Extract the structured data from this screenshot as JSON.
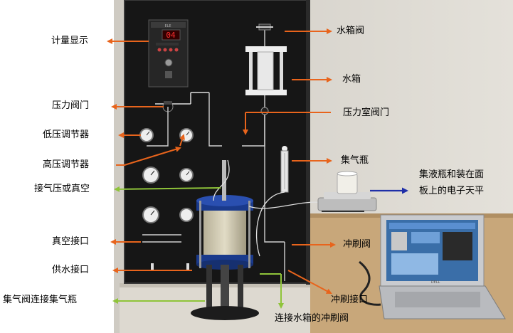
{
  "labels": {
    "meter_display": "计量显示",
    "pressure_valve": "压力阀门",
    "low_regulator": "低压调节器",
    "high_regulator": "高压调节器",
    "pressure_vacuum_port": "接气压或真空",
    "vacuum_port": "真空接口",
    "water_supply_port": "供水接口",
    "gas_valve_connect": "集气阀连接集气瓶",
    "tank_valve": "水箱阀",
    "water_tank": "水箱",
    "chamber_valve": "压力室阀门",
    "gas_collector": "集气瓶",
    "balance_note_line1": "集液瓶和装在面",
    "balance_note_line2": "板上的电子天平",
    "flush_valve": "冲刷阀",
    "flush_port": "冲刷接口",
    "tank_flush_valve": "连接水箱的冲刷阀"
  },
  "device": {
    "display_reading": "04",
    "panel_text": "ELE",
    "laptop_brand": "DELL"
  },
  "colors": {
    "orange_arrow": "#e8641c",
    "green_arrow": "#8fc43a",
    "blue_arrow": "#1f2fa8",
    "panel": "#161616",
    "wall": "#d9d6cf",
    "desk": "#c8a77a"
  }
}
